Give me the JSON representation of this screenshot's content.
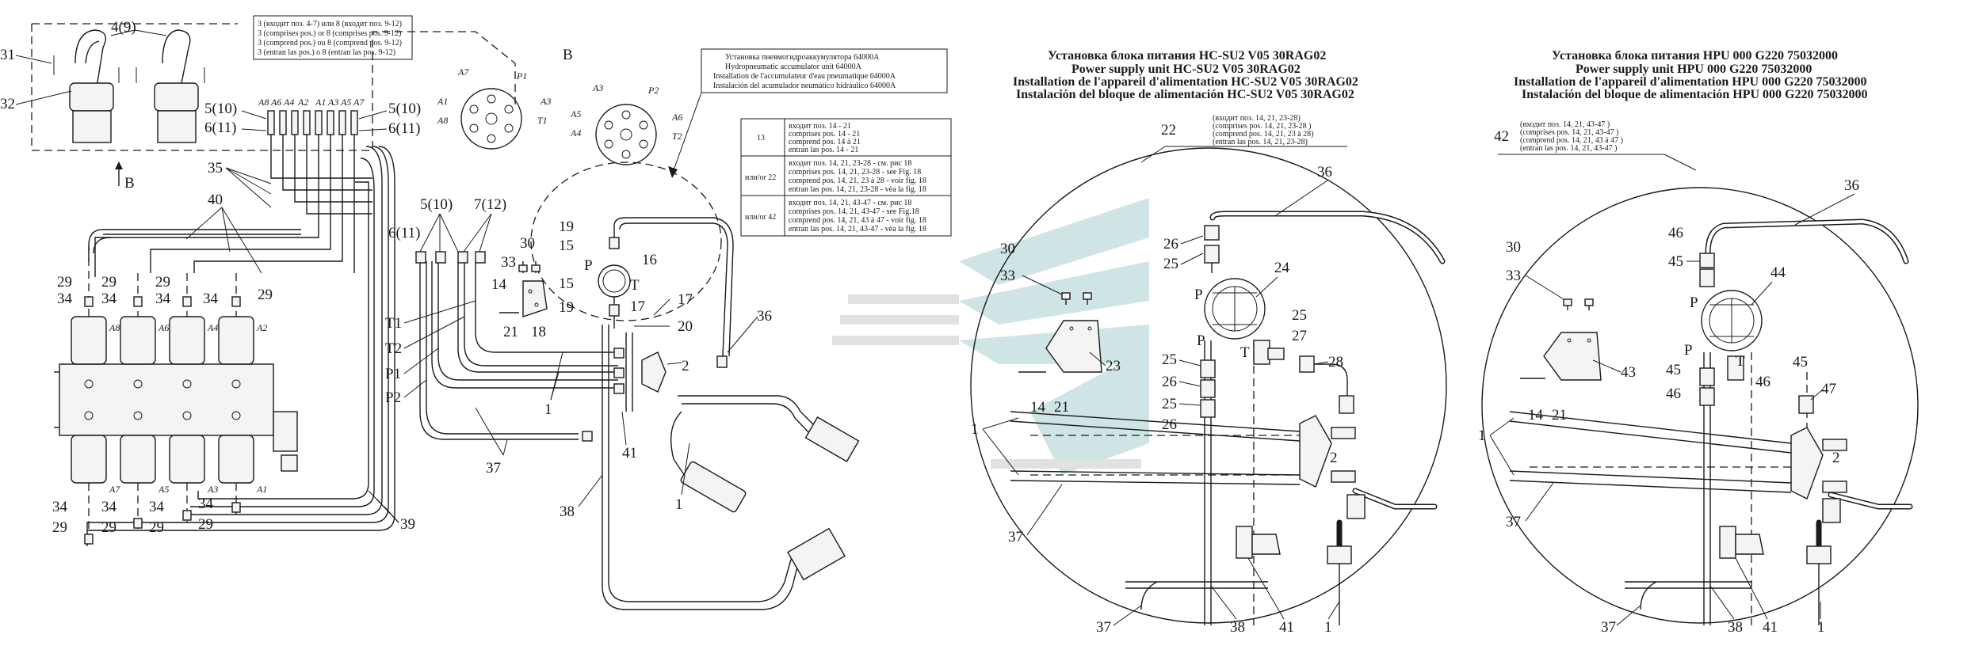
{
  "colors": {
    "ink": "#1a1a1a",
    "watermark": "#a9cfd0",
    "watermark_grey": "#c9c9c9"
  },
  "joystick": {
    "note_lines": [
      "3 (входит поз. 4-7) или 8 (входит поз. 9-12)",
      "3 (comprises pos.) or 8 (comprises pos. 9-12)",
      "3 (comprend pos.) ou 8 (comprend pos. 9-12)",
      "3 (entran las pos.) o 8 (entran las pos. 9-12)"
    ],
    "callouts": [
      "4(9)",
      "31",
      "32",
      "5(10)",
      "6(11)",
      "5(10)",
      "6(11)",
      "В"
    ],
    "port_labels": [
      "A8",
      "A6",
      "A4",
      "A2",
      "A1",
      "A3",
      "A5",
      "A7"
    ]
  },
  "view_b": {
    "title": "В",
    "left_ports": [
      "A7",
      "P1",
      "A1",
      "A3",
      "A8",
      "T1"
    ],
    "right_ports": [
      "A3",
      "P2",
      "A5",
      "A6",
      "A4",
      "T2"
    ]
  },
  "accumulator_box": [
    "Установка пневмогидроаккумулятора 64000A",
    "Hydropneumatic accumulator unit 64000A",
    "Installation de l'accumulateur d'eau pneumatique 64000A",
    "Instalación del acumulador neumático hidráulico 64000A"
  ],
  "variant_table": [
    {
      "pos": "13",
      "lines": [
        "входит поз. 14 - 21",
        "comprises pos. 14 - 21",
        "comprend pos. 14 à 21",
        "entran las pos. 14 - 21"
      ]
    },
    {
      "pos": "или/or 22",
      "lines": [
        "входит поз. 14, 21, 23-28 - см. рис 18",
        "comprises pos. 14, 21, 23-28 - see Fig. 18",
        "comprend pos. 14, 21, 23 à 28 - voir fig. 18",
        "entran las pos. 14, 21, 23-28 - vèa la fig. 18"
      ]
    },
    {
      "pos": "или/or 42",
      "lines": [
        "входит поз. 14, 21, 43-47 - см. рис 18",
        "comprises pos. 14, 21, 43-47 - see Fig.18",
        "comprend pos. 14, 21, 43 à 47 - voir fig. 18",
        "entran las pos. 14, 21, 43-47 - vèa la fig. 18"
      ]
    }
  ],
  "valve_block": {
    "callouts_top": [
      "29",
      "34",
      "29",
      "34",
      "29",
      "34",
      "34",
      "29"
    ],
    "callouts_bottom": [
      "34",
      "29",
      "34",
      "29",
      "34",
      "29",
      "34",
      "29"
    ],
    "labels_top": [
      "A8",
      "A6",
      "A4",
      "A2"
    ],
    "labels_bottom": [
      "A7",
      "A5",
      "A3",
      "A1"
    ],
    "hose_callouts": [
      "35",
      "40",
      "39"
    ]
  },
  "middle": {
    "callouts": [
      "5(10)",
      "7(12)",
      "6(11)",
      "T1",
      "T2",
      "P1",
      "P2",
      "37",
      "1",
      "38",
      "41",
      "2",
      "36",
      "19",
      "15",
      "P",
      "16",
      "T",
      "15",
      "19",
      "17",
      "17",
      "20",
      "30",
      "33",
      "14",
      "21",
      "18",
      "1"
    ]
  },
  "hc_su2": {
    "title_lines": [
      "Установка блока питания HC-SU2 V05 30RAG02",
      "Power supply unit  HC-SU2 V05 30RAG02",
      "Installation de  l'appareil d'alimentation HC-SU2 V05 30RAG02",
      "Instalación del bloque de alimentación HC-SU2 V05 30RAG02"
    ],
    "pos": "22",
    "pos_note": [
      "(входит поз. 14, 21, 23-28)",
      "(comprises pos. 14, 21, 23-28 )",
      "(comprend pos. 14, 21, 23 à 28)",
      "(entran las pos. 14, 21, 23-28)"
    ],
    "callouts": [
      "36",
      "26",
      "25",
      "24",
      "30",
      "33",
      "P",
      "P",
      "25",
      "27",
      "T",
      "23",
      "25",
      "26",
      "25",
      "26",
      "28",
      "14",
      "21",
      "1",
      "2",
      "37",
      "37",
      "38",
      "41",
      "1"
    ]
  },
  "hpu": {
    "title_lines": [
      "Установка блока питания HPU 000 G220 75032000",
      "Power supply unit  HPU 000 G220 75032000",
      "Installation de  l'appareil d'alimentation HPU 000 G220 75032000",
      "Instalación del bloque de alimentación HPU 000 G220 75032000"
    ],
    "pos": "42",
    "pos_note": [
      "(входит поз. 14, 21, 43-47 )",
      "(comprises pos. 14, 21, 43-47 )",
      "(comprend pos. 14, 21, 43 à 47 )",
      "(entran las pos. 14, 21, 43-47 )"
    ],
    "callouts": [
      "36",
      "46",
      "45",
      "44",
      "30",
      "33",
      "P",
      "43",
      "P",
      "T",
      "45",
      "45",
      "46",
      "46",
      "47",
      "14",
      "21",
      "1",
      "2",
      "37",
      "37",
      "38",
      "41",
      "1"
    ]
  }
}
